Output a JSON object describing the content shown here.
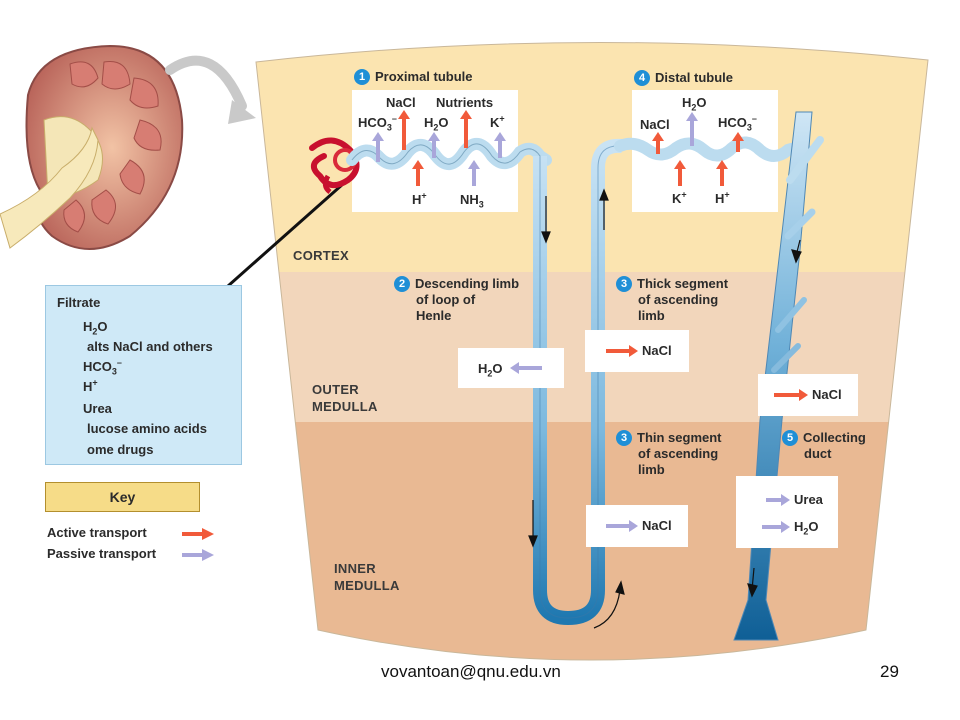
{
  "zones": {
    "cortex": "CORTEX",
    "outer_medulla": [
      "OUTER",
      "MEDULLA"
    ],
    "inner_medulla": [
      "INNER",
      "MEDULLA"
    ]
  },
  "regions": {
    "proximal": {
      "number": "1",
      "title": "Proximal tubule",
      "top_items": [
        "NaCl",
        "Nutrients"
      ],
      "mid_items": [
        "HCO3–",
        "H2O",
        "K+"
      ],
      "bottom_items": [
        "H+",
        "NH3"
      ]
    },
    "distal": {
      "number": "4",
      "title": "Distal tubule",
      "top_items": [
        "H2O"
      ],
      "mid_items": [
        "NaCl",
        "HCO3–"
      ],
      "bottom_items": [
        "K+",
        "H+"
      ]
    },
    "descending": {
      "number": "2",
      "title_lines": [
        "Descending limb",
        "of loop of",
        "Henle"
      ],
      "item": "H2O"
    },
    "thick_ascending": {
      "number": "3",
      "title_lines": [
        "Thick segment",
        "of ascending",
        "limb"
      ],
      "item": "NaCl"
    },
    "thin_ascending": {
      "number": "3",
      "title_lines": [
        "Thin segment",
        "of ascending",
        "limb"
      ],
      "item": "NaCl"
    },
    "collecting": {
      "number": "5",
      "title_lines": [
        "Collecting",
        "duct"
      ],
      "outer_item": "NaCl",
      "inner_items": [
        "Urea",
        "H2O"
      ]
    }
  },
  "filtrate": {
    "title": "Filtrate",
    "items": [
      "H2O",
      "alts  NaCl and others",
      "HCO3–",
      "H+",
      "Urea",
      "lucose  amino acids",
      "ome drugs"
    ]
  },
  "key": {
    "title": "Key",
    "active": "Active transport",
    "passive": "Passive transport"
  },
  "colors": {
    "active": "#f15a3a",
    "passive": "#a9a6da",
    "cortex": "#fbe4b0",
    "outer": "#f2d6bb",
    "inner": "#e9b993",
    "tubule": "#bcdcef"
  },
  "footer": {
    "email": "vovantoan@qnu.edu.vn",
    "page": "29"
  }
}
